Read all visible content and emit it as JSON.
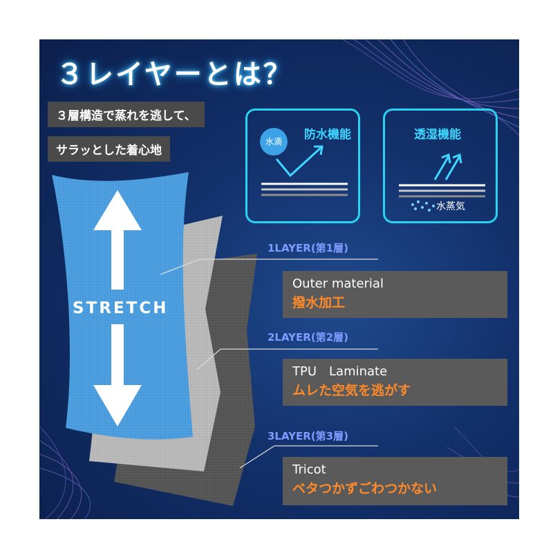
{
  "title": "３レイヤーとは？",
  "tagline": [
    "３層構造で蒸れを逃して、",
    "サラッとした着心地"
  ],
  "features": {
    "waterproof": {
      "title": "防水機能",
      "droplet": "水滴"
    },
    "breathable": {
      "title": "透湿機能",
      "vapor": "水蒸気"
    }
  },
  "fabric_label": "STRETCH",
  "layers": [
    {
      "label": "1LAYER(第1層)",
      "name_en": "Outer material",
      "name_jp": "撥水加工"
    },
    {
      "label": "2LAYER(第2層)",
      "name_en": "TPU　Laminate",
      "name_jp": "ムレた空気を逃がす"
    },
    {
      "label": "3LAYER(第3層)",
      "name_en": "Tricot",
      "name_jp": "ベタつかずごわつかない"
    }
  ],
  "colors": {
    "background": "#12306a",
    "accent": "#2ad3f2",
    "layer_label": "#7f9bff",
    "jp_text": "#ff8a2a",
    "fabric_top": "#4a9ee0",
    "fabric_mid": "#b9b9b9",
    "fabric_bottom": "#545454"
  }
}
